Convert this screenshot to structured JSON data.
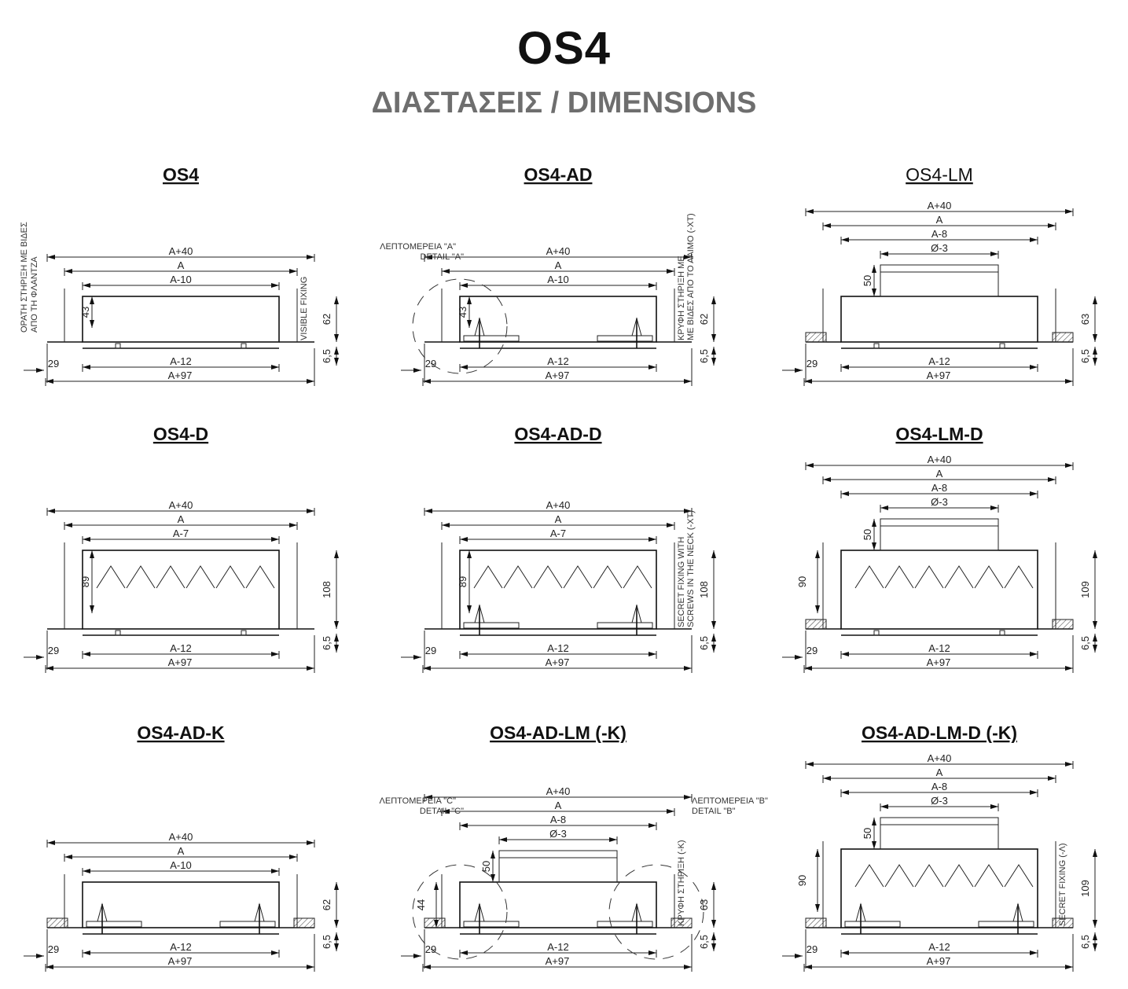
{
  "header": {
    "title": "OS4",
    "subtitle": "ΔΙΑΣΤΑΣΕΙΣ / DIMENSIONS"
  },
  "panels": [
    {
      "title": "OS4",
      "bold": true,
      "type": "basic",
      "widths": [
        "A+40",
        "A",
        "A-10"
      ],
      "left_height": "43",
      "right_height": "62",
      "gap": "29",
      "offset": "6,5",
      "bottom": [
        "A-12",
        "A+97"
      ],
      "notes_left": [
        "ΟΡΑΤΗ ΣΤΗΡΙΞΗ ΜΕ ΒΙΔΕΣ",
        "ΑΠΟ ΤΗ ΦΛΑΝΤΖΑ"
      ],
      "notes_right": [
        "VISIBLE FIXING"
      ]
    },
    {
      "title": "OS4-AD",
      "bold": true,
      "type": "ad",
      "widths": [
        "A+40",
        "A",
        "A-10"
      ],
      "left_height": "43",
      "right_height": "62",
      "gap": "29",
      "offset": "6,5",
      "bottom": [
        "A-12",
        "A+97"
      ],
      "detail_left": [
        "ΛΕΠΤΟΜΕΡΕΙΑ \"A\"",
        "DETAIL \"A\""
      ],
      "notes_right": [
        "ΚΡΥΦΗ ΣΤΗΡΙΞΗ ΜΕ",
        "ΜΕ ΒΙΔΕΣ ΑΠΟ ΤΟ ΛΑΙΜΟ (-XT)"
      ]
    },
    {
      "title": "OS4-LM",
      "bold": false,
      "type": "lm",
      "widths": [
        "A+40",
        "A",
        "A-8",
        "Ø-3"
      ],
      "neck_height": "50",
      "right_height": "63",
      "gap": "29",
      "offset": "6,5",
      "bottom": [
        "A-12",
        "A+97"
      ]
    },
    {
      "title": "OS4-D",
      "bold": true,
      "type": "d",
      "widths": [
        "A+40",
        "A",
        "A-7"
      ],
      "left_height": "89",
      "right_height": "108",
      "gap": "29",
      "offset": "6,5",
      "bottom": [
        "A-12",
        "A+97"
      ]
    },
    {
      "title": "OS4-AD-D",
      "bold": true,
      "type": "ad-d",
      "widths": [
        "A+40",
        "A",
        "A-7"
      ],
      "left_height": "89",
      "right_height": "108",
      "gap": "29",
      "offset": "6,5",
      "bottom": [
        "A-12",
        "A+97"
      ],
      "notes_right": [
        "SECRET FIXING WITH",
        "SCREWS IN THE NECK (-XT)"
      ]
    },
    {
      "title": "OS4-LM-D",
      "bold": true,
      "type": "lm-d",
      "widths": [
        "A+40",
        "A",
        "A-8",
        "Ø-3"
      ],
      "neck_height": "50",
      "left_height": "90",
      "right_height": "109",
      "gap": "29",
      "offset": "6,5",
      "bottom": [
        "A-12",
        "A+97"
      ]
    },
    {
      "title": "OS4-AD-K",
      "bold": true,
      "type": "ad-k",
      "widths": [
        "A+40",
        "A",
        "A-10"
      ],
      "right_height": "62",
      "gap": "29",
      "offset": "6,5",
      "bottom": [
        "A-12",
        "A+97"
      ]
    },
    {
      "title": "OS4-AD-LM (-K)",
      "bold": true,
      "type": "ad-lm",
      "widths": [
        "A+40",
        "A",
        "A-8",
        "Ø-3"
      ],
      "neck_height": "50",
      "left_height": "44",
      "right_height": "63",
      "gap": "29",
      "offset": "6,5",
      "bottom": [
        "A-12",
        "A+97"
      ],
      "detail_left": [
        "ΛΕΠΤΟΜΕΡΕΙΑ \"C\"",
        "DETAIL \"C\""
      ],
      "detail_right": [
        "ΛΕΠΤΟΜΕΡΕΙΑ \"B\"",
        "DETAIL \"B\""
      ],
      "notes_right": [
        "ΚΡΥΦΗ ΣΤΗΡΙΞΗ (-K)"
      ]
    },
    {
      "title": "OS4-AD-LM-D (-K)",
      "bold": true,
      "type": "ad-lm-d",
      "widths": [
        "A+40",
        "A",
        "A-8",
        "Ø-3"
      ],
      "neck_height": "50",
      "left_height": "90",
      "right_height": "109",
      "gap": "29",
      "offset": "6,5",
      "bottom": [
        "A-12",
        "A+97"
      ],
      "notes_right": [
        "SECRET FIXING (-Λ)"
      ]
    }
  ]
}
